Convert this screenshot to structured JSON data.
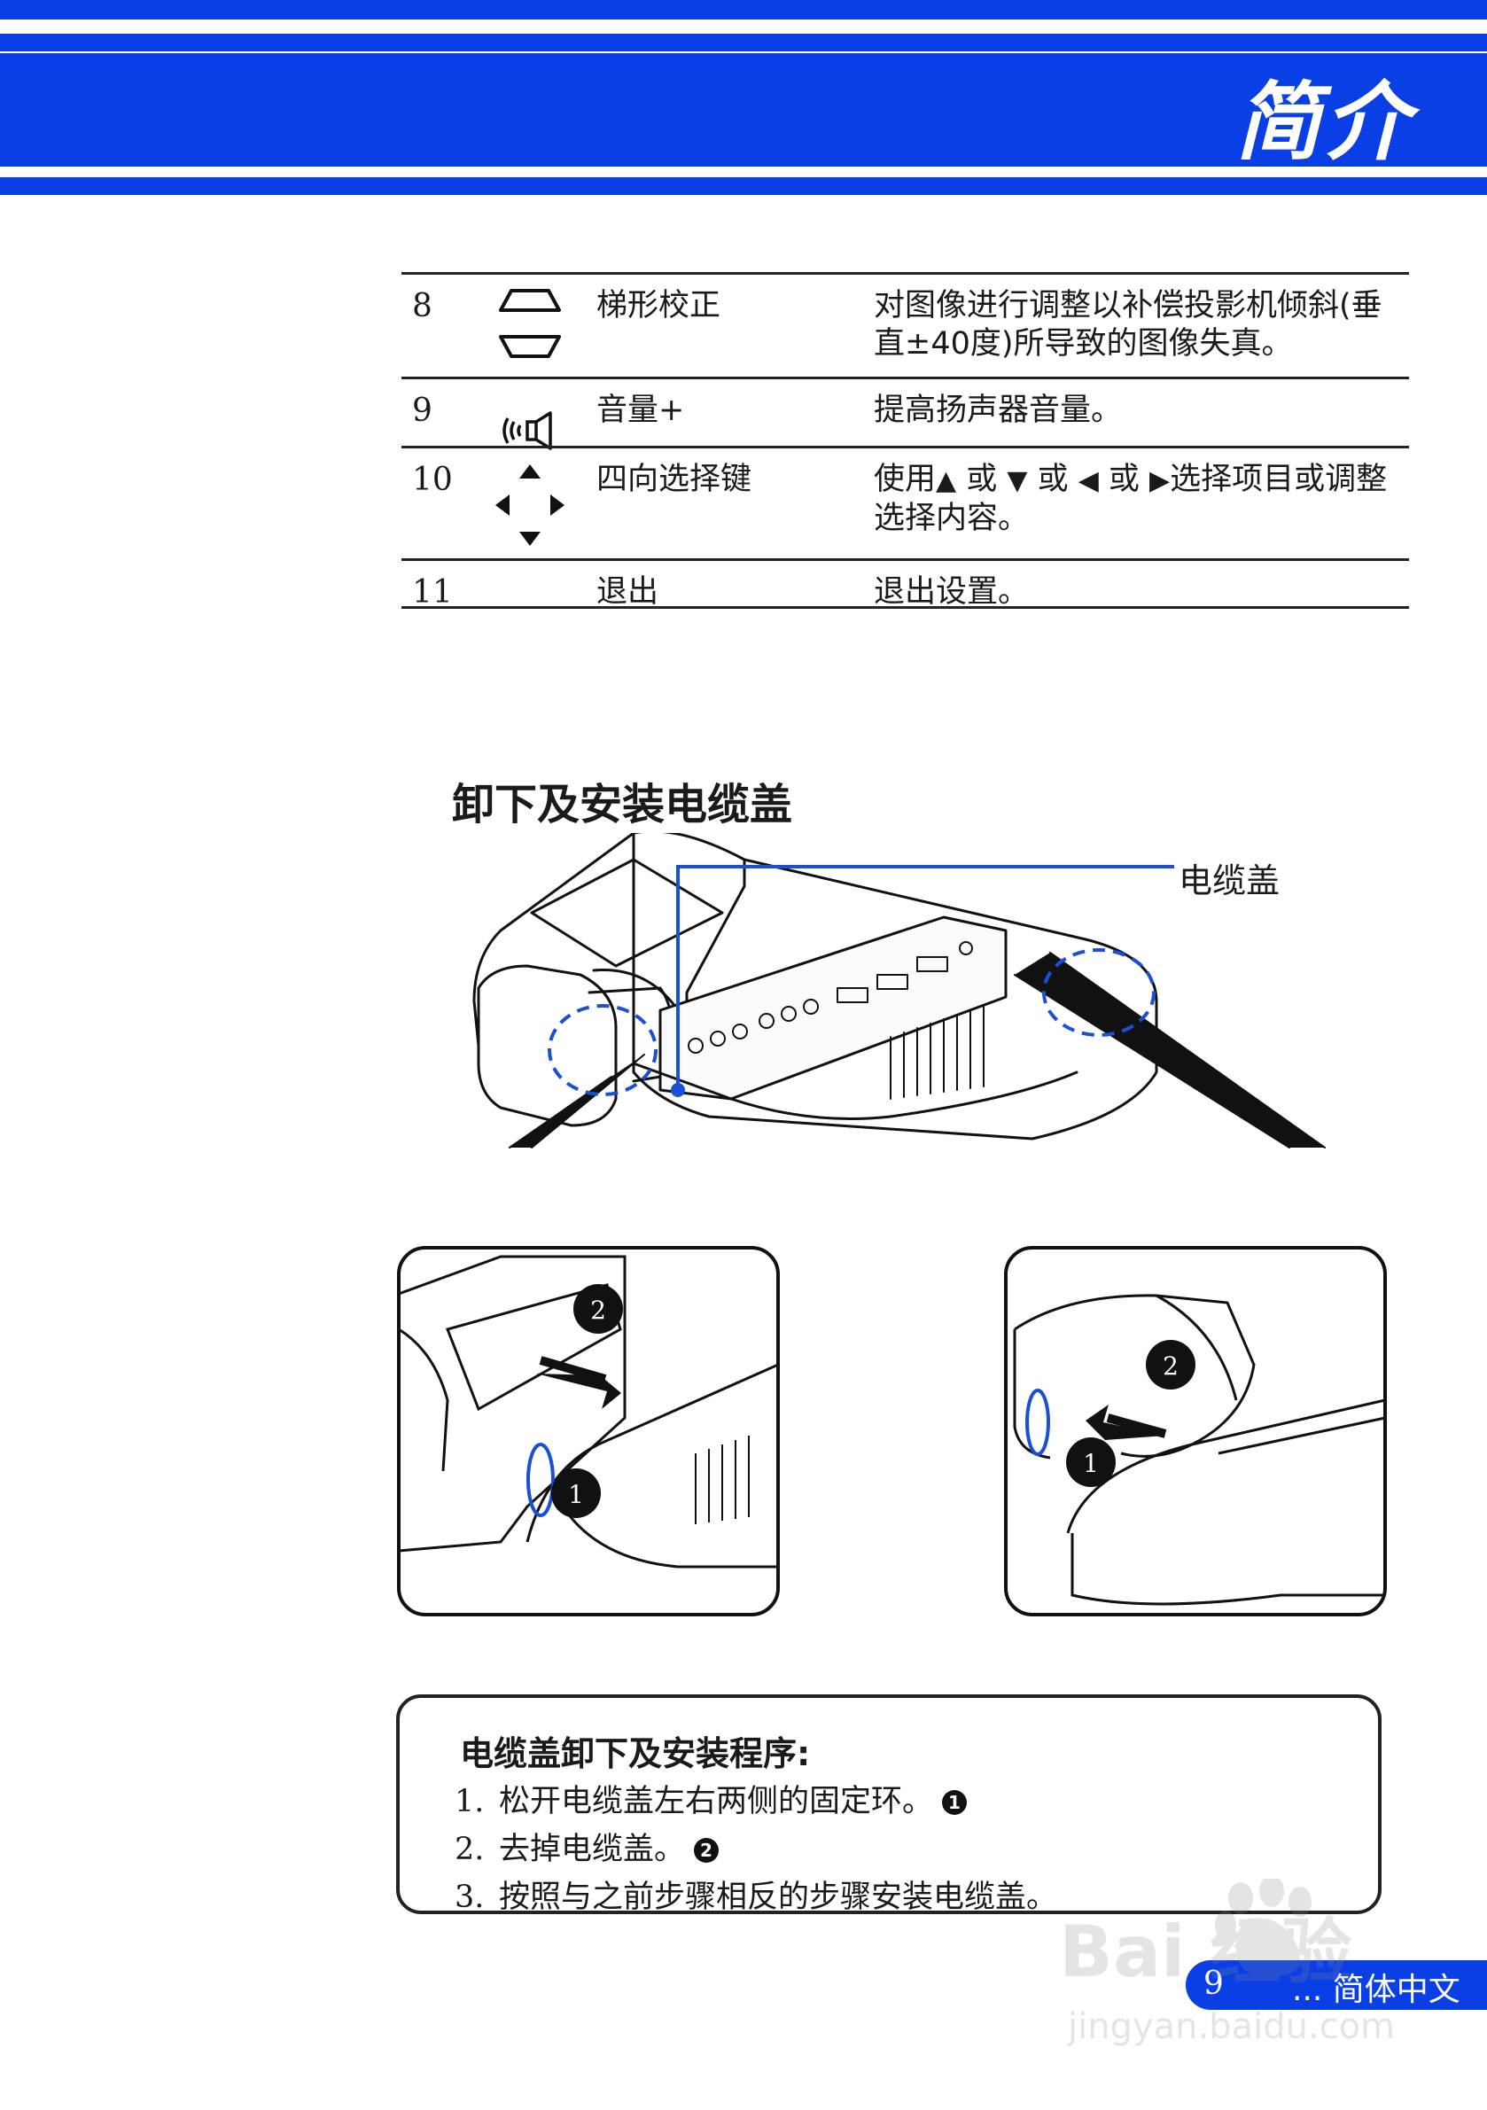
{
  "header": {
    "title": "简介"
  },
  "table": {
    "rows": [
      {
        "num": "8",
        "icon": "keystone-icon",
        "name": "梯形校正",
        "desc": "对图像进行调整以补偿投影机倾斜(垂直±40度)所导致的图像失真。"
      },
      {
        "num": "9",
        "icon": "volume-up-icon",
        "name": "音量+",
        "desc": "提高扬声器音量。"
      },
      {
        "num": "10",
        "icon": "four-way-arrows-icon",
        "name": "四向选择键",
        "desc_parts": [
          "使用",
          "▲",
          " 或 ",
          "▼",
          " 或 ",
          "◀",
          " 或 ",
          "▶",
          "选择项目或调整选择内容。"
        ]
      },
      {
        "num": "11",
        "icon": "",
        "name": "退出",
        "desc": "退出设置。"
      }
    ]
  },
  "section": {
    "title": "卸下及安装电缆盖"
  },
  "figure": {
    "callout": "电缆盖",
    "left_inset": {
      "step1": "1",
      "step2": "2"
    },
    "right_inset": {
      "step1": "1",
      "step2": "2"
    },
    "accent_color": "#1a4fd8"
  },
  "note": {
    "title": "电缆盖卸下及安装程序:",
    "steps": [
      {
        "n": "1.",
        "text": "松开电缆盖左右两侧的固定环。",
        "marker": "1"
      },
      {
        "n": "2.",
        "text": "去掉电缆盖。",
        "marker": "2"
      },
      {
        "n": "3.",
        "text": "按照与之前步骤相反的步骤安装电缆盖。",
        "marker": ""
      }
    ]
  },
  "footer": {
    "page": "9",
    "lang": "... 简体中文"
  },
  "watermark": {
    "brand": "Bai 经验",
    "url": "jingyan.baidu.com"
  },
  "colors": {
    "brand_blue": "#0a3fe6"
  }
}
